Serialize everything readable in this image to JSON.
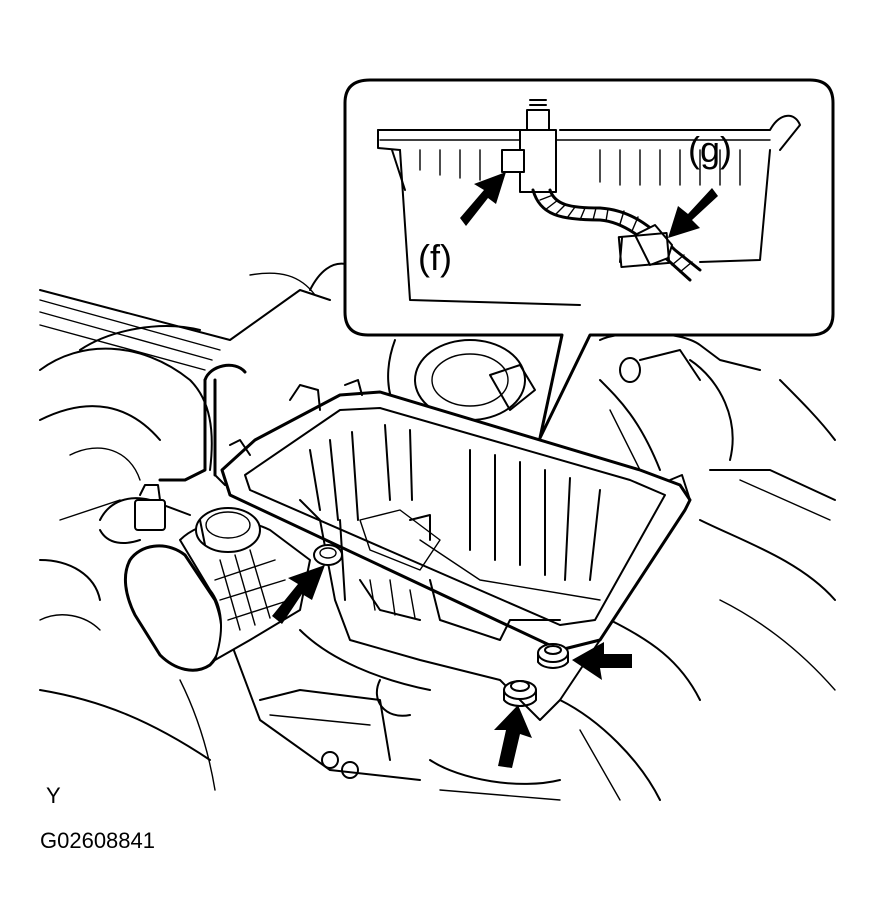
{
  "labels": {
    "callout_f": "(f)",
    "callout_g": "(g)",
    "view_letter": "Y",
    "figure_code": "G02608841"
  },
  "icons": [
    "arrow-icon"
  ],
  "colors": {
    "line": "#000000",
    "background": "#ffffff"
  }
}
